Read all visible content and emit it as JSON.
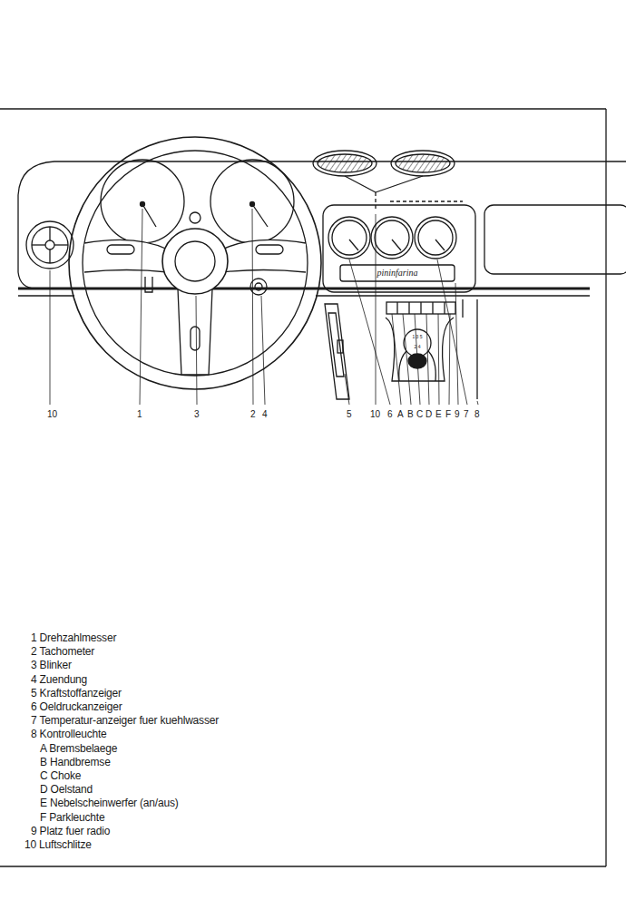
{
  "diagram": {
    "labels": [
      "10",
      "1",
      "3",
      "2",
      "4",
      "5",
      "10",
      "6",
      "A",
      "B",
      "C",
      "D",
      "E",
      "F",
      "9",
      "7",
      "8",
      "pininfarina",
      "1 3 5",
      "2 4",
      "1 Drehzahlmesser",
      "2 Tachometer",
      "3 Blinker",
      "4 Zuendung",
      "5 Kraftstoffanzeiger",
      "6 Oeldruckanzeiger",
      "7 Temperatur-anzeiger fuer kuehlwasser",
      "8 Kontrolleuchte",
      "A Bremsbelaege",
      "B Handbremse",
      "C Choke",
      "D Oelstand",
      "E Nebelscheinwerfer (an/aus)",
      "F Parkleuchte",
      "9 Platz fuer radio",
      "10 Luftschlitze"
    ]
  }
}
